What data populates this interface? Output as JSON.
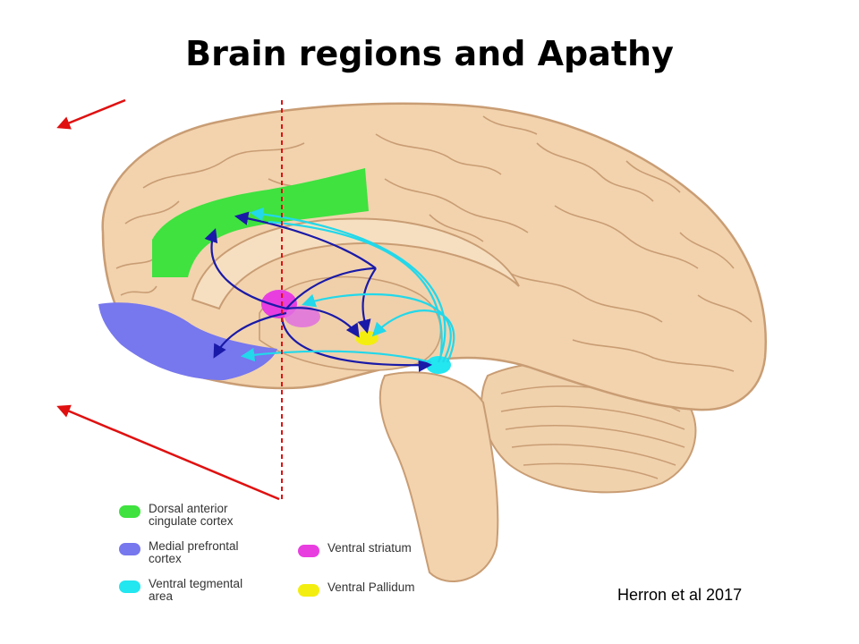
{
  "title": "Brain regions and Apathy",
  "citation": "Herron et al 2017",
  "legend": [
    {
      "label": "Dorsal anterior\ncingulate cortex",
      "color": "#3fe23f"
    },
    {
      "label": "Medial prefrontal\ncortex",
      "color": "#7777ee"
    },
    {
      "label": "Ventral tegmental\narea",
      "color": "#22e6f0"
    },
    {
      "label": "Ventral striatum",
      "color": "#e83ee0"
    },
    {
      "label": "Ventral Pallidum",
      "color": "#f4ee10"
    }
  ],
  "colors": {
    "brain": "#f2d3ae",
    "brain_fold": "#c99d74",
    "dark_arrow": "#1a1aa8",
    "light_arrow": "#22d8ea",
    "red_arrow": "#e01010"
  }
}
